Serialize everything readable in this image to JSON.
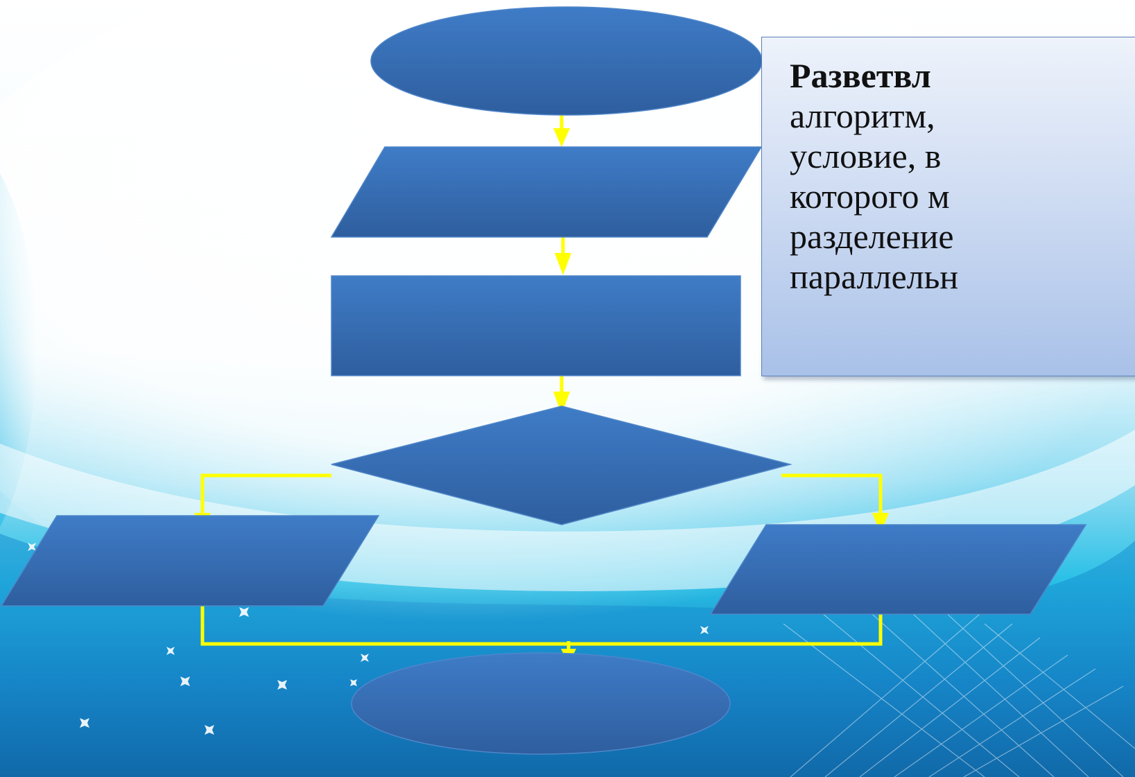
{
  "definition": {
    "term": "Разветвл",
    "lines": [
      "алгоритм,",
      "условие, в",
      "которого м",
      "разделение",
      "параллельн"
    ]
  },
  "colors": {
    "shape_fill_top": "#3f7cc7",
    "shape_fill_bottom": "#2e5e9e",
    "connector": "#ffff00",
    "background_light": "#ffffff",
    "background_cyan": "#27c0e6",
    "background_deep": "#0a3a7a"
  },
  "flowchart": {
    "shapes": [
      "start-terminator",
      "input-parallelogram",
      "process-rectangle",
      "decision-diamond",
      "output-left-parallelogram",
      "output-right-parallelogram",
      "end-terminator"
    ]
  }
}
